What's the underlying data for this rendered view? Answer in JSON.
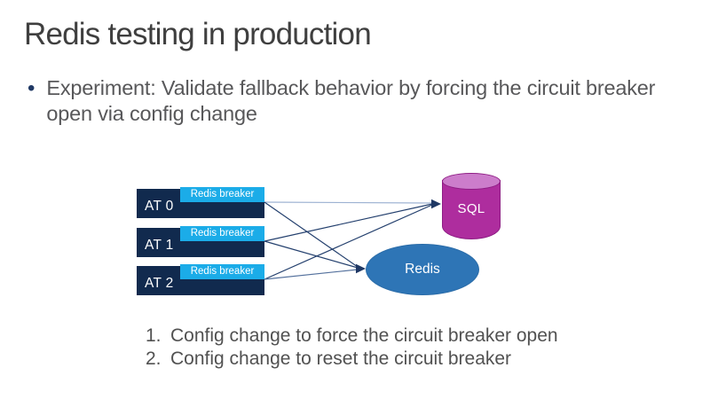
{
  "slide": {
    "title": "Redis testing in production",
    "bullet_marker": "•",
    "bullet_text": "Experiment: Validate fallback behavior by forcing the circuit breaker open via config change",
    "steps": [
      {
        "num": "1.",
        "text": "Config change to force the circuit breaker open"
      },
      {
        "num": "2.",
        "text": "Config change to reset the circuit breaker"
      }
    ]
  },
  "diagram": {
    "tiers": [
      {
        "label": "AT 0",
        "breaker": "Redis breaker"
      },
      {
        "label": "AT 1",
        "breaker": "Redis breaker"
      },
      {
        "label": "AT 2",
        "breaker": "Redis breaker"
      }
    ],
    "sql": {
      "label": "SQL"
    },
    "redis": {
      "label": "Redis"
    },
    "colors": {
      "tier_box": "#112A4E",
      "breaker_box": "#1BACE8",
      "sql_body": "#AE2D9E",
      "sql_top": "#CC7DCB",
      "sql_outline": "#8E1D84",
      "redis_fill": "#2E75B6",
      "connector": "#24406E",
      "connector_light": "#9DB2D2",
      "arrow": "#1F3864",
      "accent_bullet": "#1F3864"
    }
  }
}
